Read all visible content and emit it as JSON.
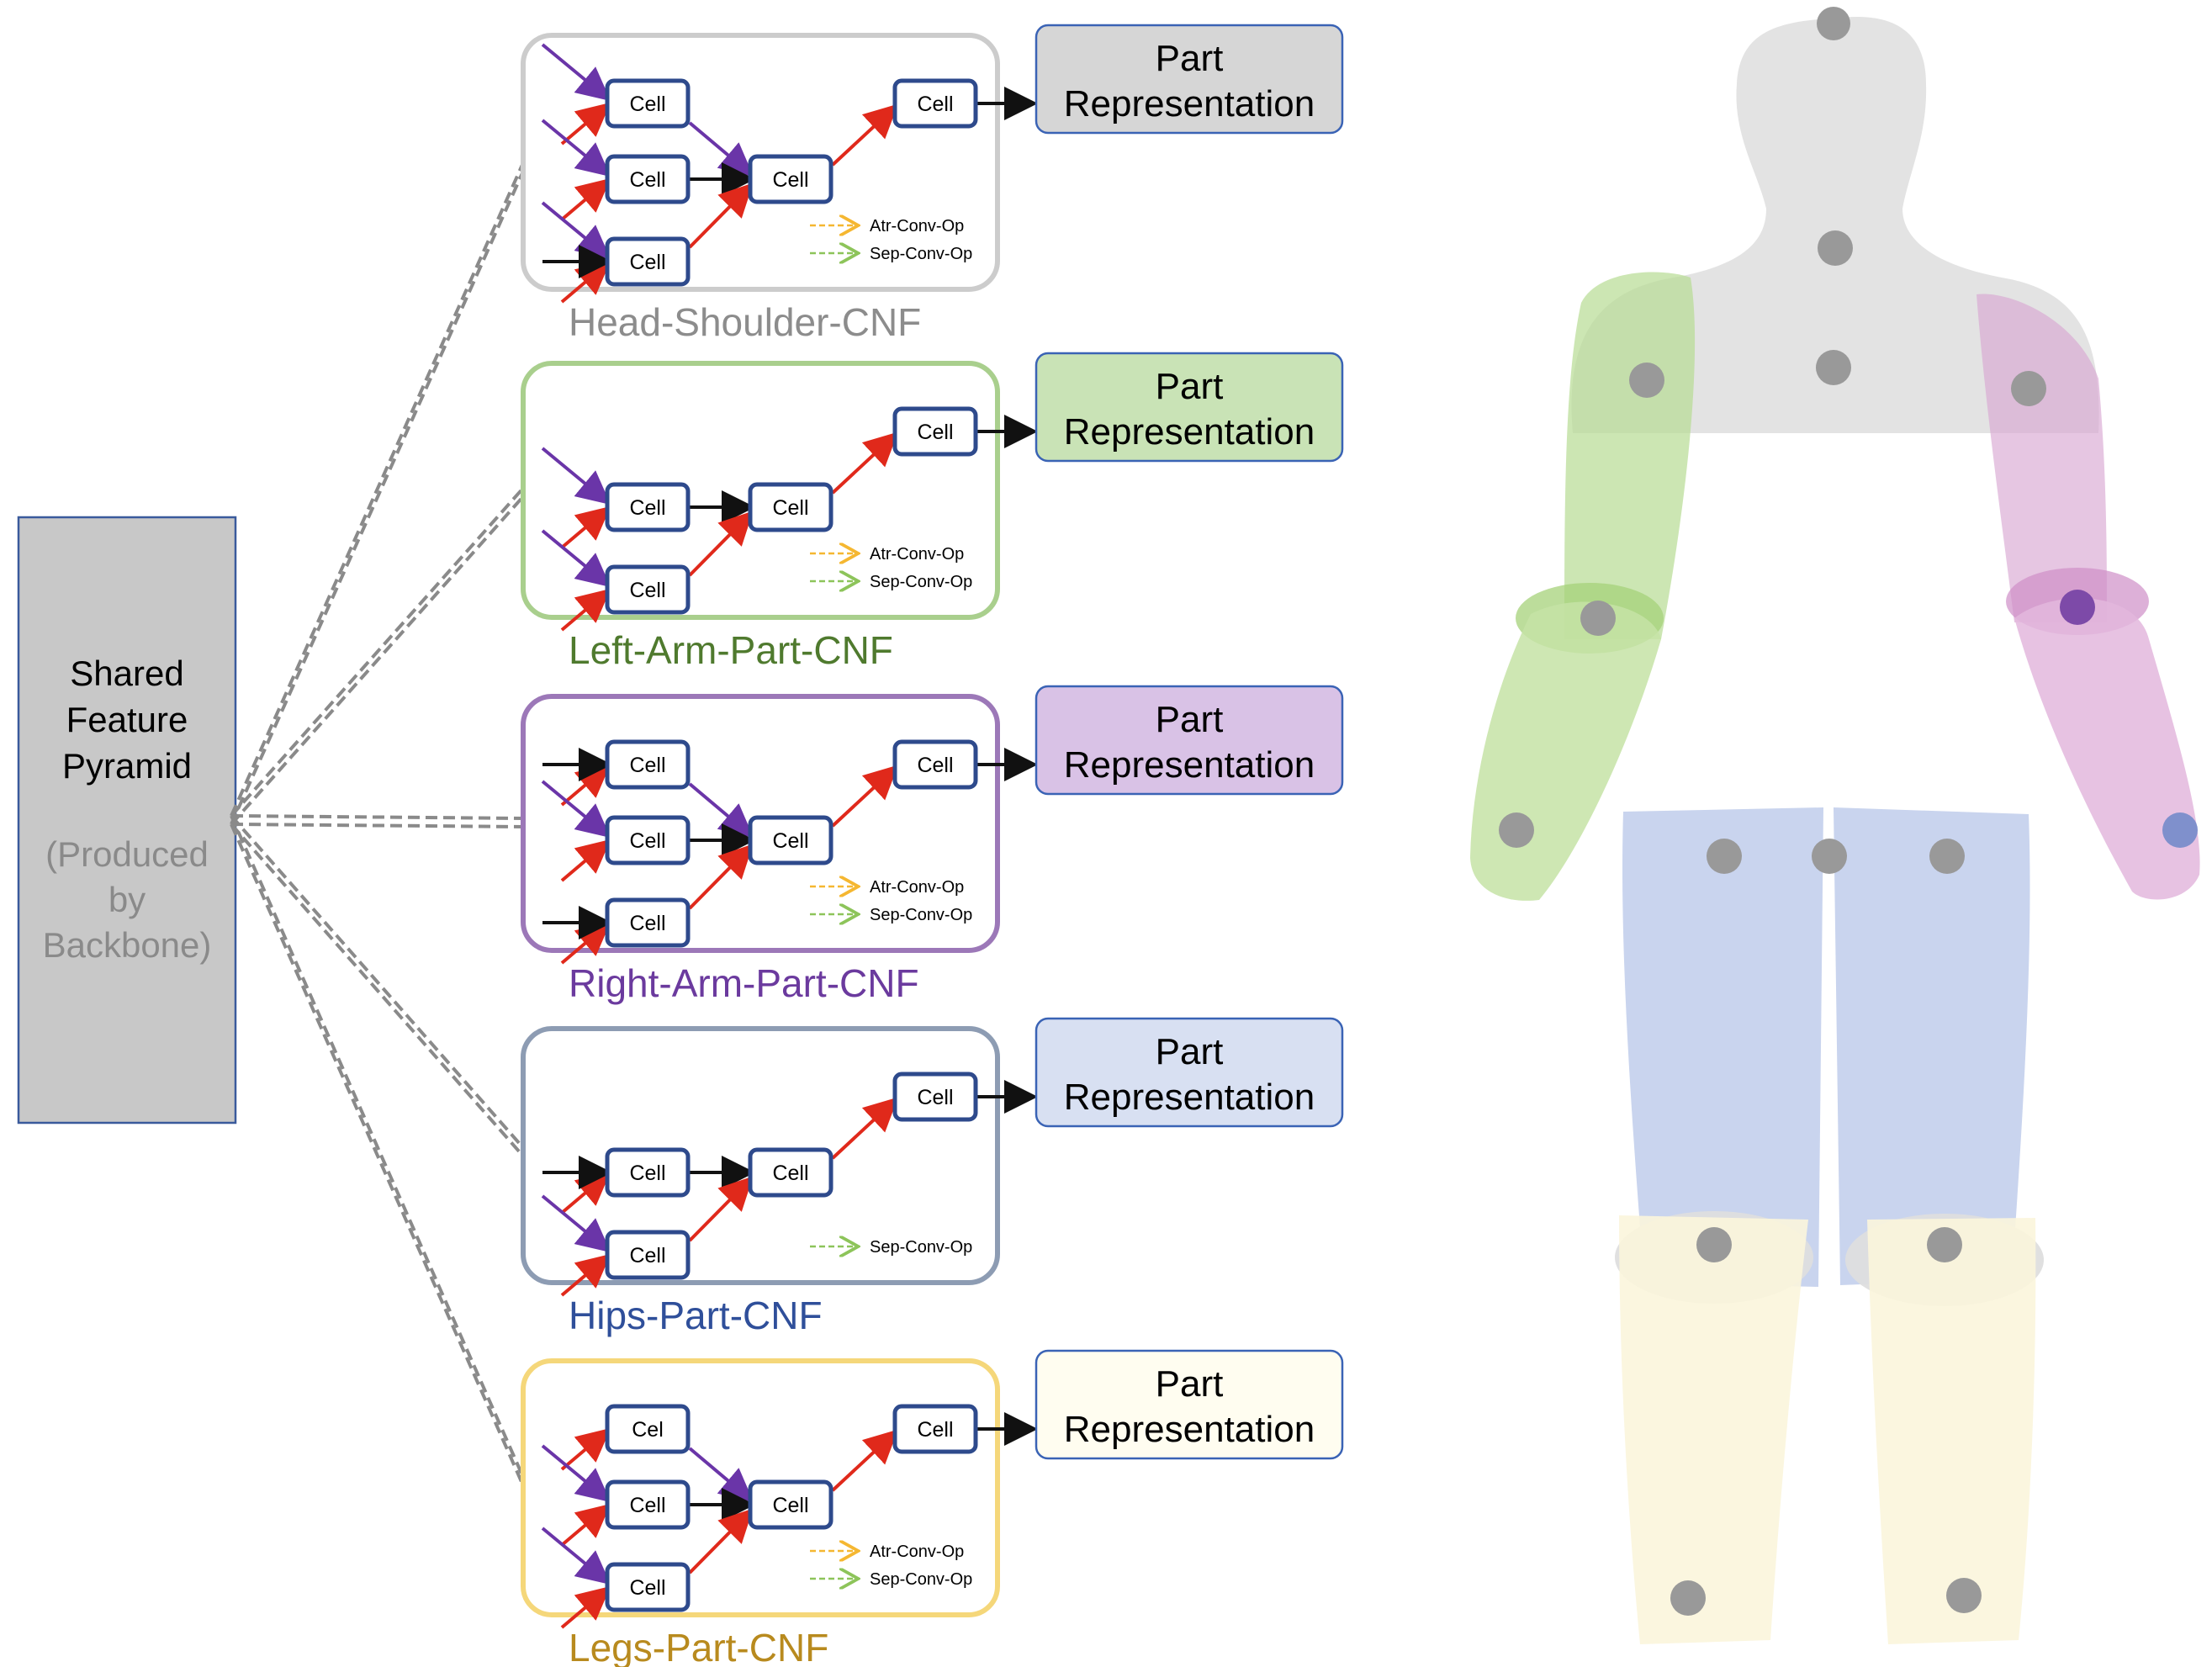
{
  "shared": {
    "line1": "Shared",
    "line2": "Feature",
    "line3": "Pyramid",
    "sub1": "(Produced",
    "sub2": "by",
    "sub3": "Backbone)"
  },
  "legend": {
    "atr": "Atr-Conv-Op",
    "sep": "Sep-Conv-Op"
  },
  "part_label_1": "Part",
  "part_label_2": "Representation",
  "colors": {
    "cell_border": "#2e4a8c",
    "red_arrow": "#e0291b",
    "purple_arrow": "#6a35a8",
    "dashed": "#8a8a8a",
    "atr_legend": "#f5b731",
    "sep_legend": "#8dc45a"
  },
  "networks": [
    {
      "name": "Head-Shoulder-CNF",
      "name_color": "#8c8c8c",
      "frame_color": "#cccccc",
      "rep_fill": "#d6d6d6",
      "legend": [
        "atr",
        "sep"
      ],
      "cells": {
        "c1": "Cell",
        "c2": "Cell",
        "c3": "Cell",
        "c4": "Cell",
        "c5": "Cell"
      }
    },
    {
      "name": "Left-Arm-Part-CNF",
      "name_color": "#4f7a2e",
      "frame_color": "#a9cf8d",
      "rep_fill": "#c9e3b6",
      "legend": [
        "atr",
        "sep"
      ],
      "cells": {
        "c2": "Cell",
        "c3": "Cell",
        "c4": "Cell",
        "c5": "Cell"
      }
    },
    {
      "name": "Right-Arm-Part-CNF",
      "name_color": "#6b3a9e",
      "frame_color": "#9c78b8",
      "rep_fill": "#d9c2e6",
      "legend": [
        "atr",
        "sep"
      ],
      "cells": {
        "c1": "Cell",
        "c2": "Cell",
        "c3": "Cell",
        "c4": "Cell",
        "c5": "Cell"
      }
    },
    {
      "name": "Hips-Part-CNF",
      "name_color": "#2f4f9a",
      "frame_color": "#8d9cb3",
      "rep_fill": "#d8e0f2",
      "legend": [
        "sep"
      ],
      "cells": {
        "c2": "Cell",
        "c3": "Cell",
        "c4": "Cell",
        "c5": "Cell"
      }
    },
    {
      "name": "Legs-Part-CNF",
      "name_color": "#b88a1e",
      "frame_color": "#f5d77a",
      "rep_fill": "#fffdf0",
      "legend": [
        "atr",
        "sep"
      ],
      "cells": {
        "c1": "Cel",
        "c2": "Cell",
        "c3": "Cell",
        "c4": "Cell",
        "c5": "Cell"
      }
    }
  ]
}
